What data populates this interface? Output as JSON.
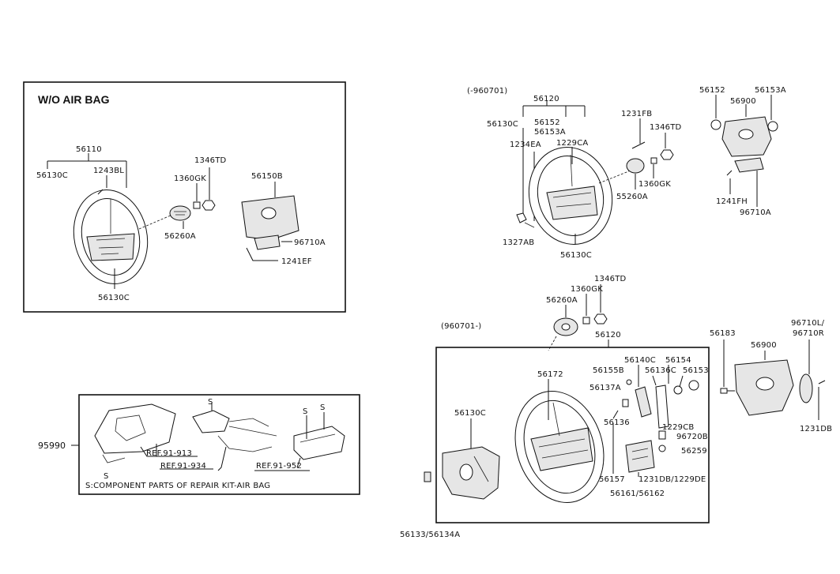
{
  "sections": {
    "wo_airbag_title": "W/O AIR BAG",
    "early_range": "(-960701)",
    "late_range": "(960701-)"
  },
  "wo_airbag": {
    "p56110": "56110",
    "p56130c_top": "56130C",
    "p1243bl": "1243BL",
    "p1360gk": "1360GK",
    "p1346td": "1346TD",
    "p56150b": "56150B",
    "p56260a": "56260A",
    "p96710a": "96710A",
    "p1241ef": "1241EF",
    "p56130c_bottom": "56130C"
  },
  "repair_kit": {
    "p95990": "95990",
    "ref913": "REF.91-913",
    "ref934": "REF.91-934",
    "ref952": "REF.91-952",
    "s_note": "S:COMPONENT PARTS OF REPAIR KIT-AIR BAG",
    "s": "S"
  },
  "early": {
    "p56120": "56120",
    "p56130c": "56130C",
    "p56152": "56152",
    "p56153a": "56153A",
    "p1234ea": "1234EA",
    "p1229ca": "1229CA",
    "p1231fb": "1231FB",
    "p1346td": "1346TD",
    "p1360gk": "1360GK",
    "p55260a": "55260A",
    "p1327ab": "1327AB",
    "p56130c_bottom": "56130C",
    "r56152": "56152",
    "r56153a": "56153A",
    "r56900": "56900",
    "r1241fh": "1241FH",
    "r96710a": "96710A"
  },
  "late": {
    "p1346td": "1346TD",
    "p1360gk": "1360GK",
    "p56260a": "56260A",
    "p56120": "56120",
    "p56172": "56172",
    "p56140c": "56140C",
    "p56154": "56154",
    "p56155b": "56155B",
    "p56136c": "56136C",
    "p56153": "56153",
    "p56137a": "56137A",
    "p56136": "56136",
    "p1229cb": "1229CB",
    "p96720b": "96720B",
    "p56259": "56259",
    "p56130c": "56130C",
    "p56157": "56157",
    "p1231db": "1231DB/1229DE",
    "p56161": "56161/56162",
    "p56133": "56133/56134A",
    "p56183": "56183",
    "p56900": "56900",
    "p96710l": "96710L/",
    "p96710r": "96710R",
    "p1231db_r": "1231DB"
  }
}
